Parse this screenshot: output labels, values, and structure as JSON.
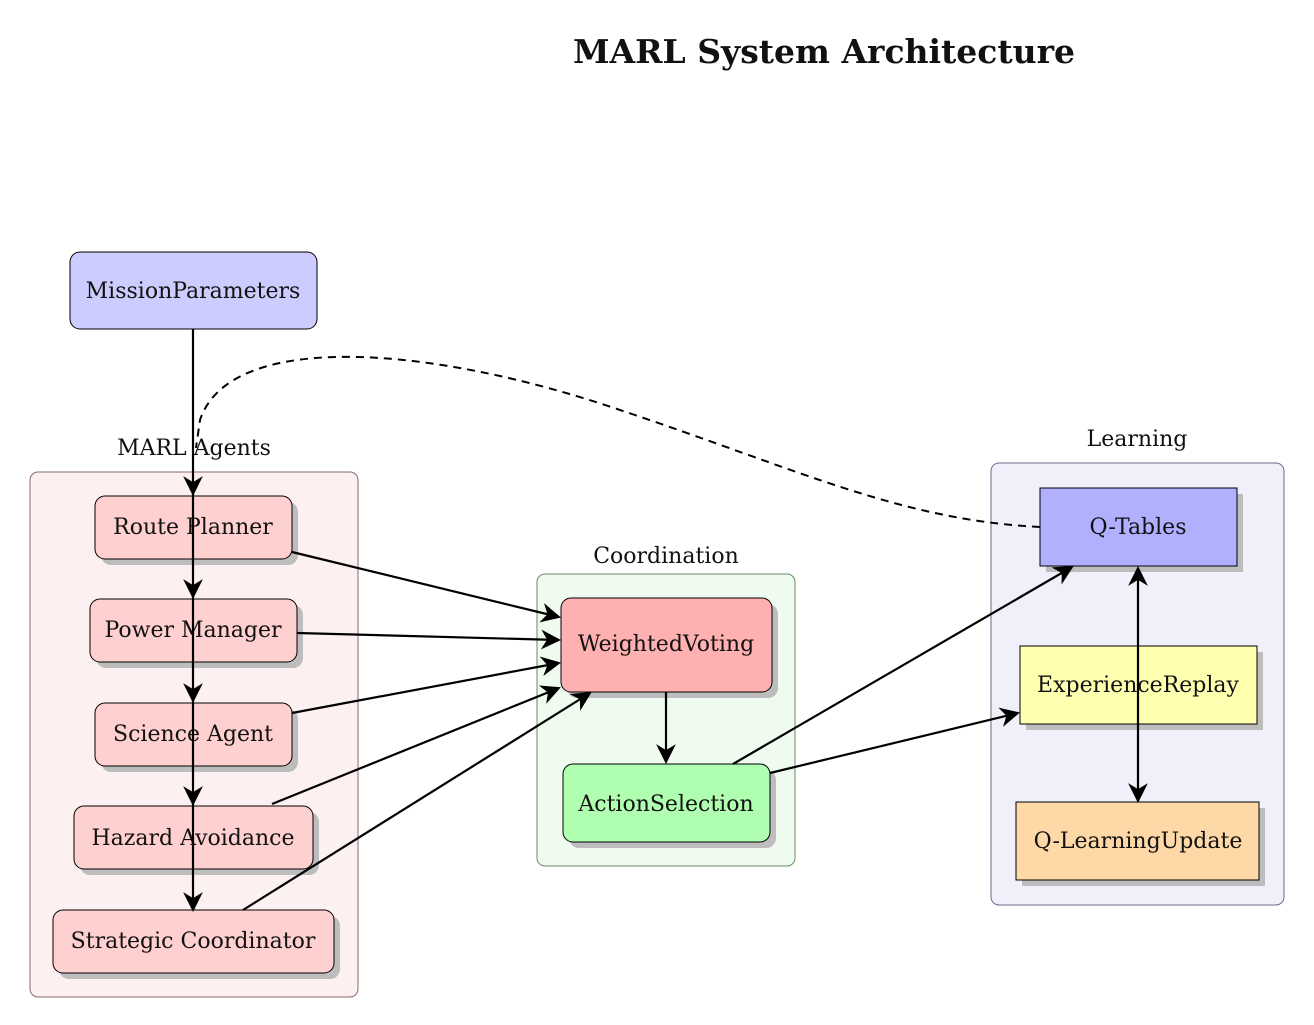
{
  "title": "MARL System Architecture",
  "groups": {
    "agents": {
      "label": "MARL Agents",
      "fill": "#fdf0f0"
    },
    "coordination": {
      "label": "Coordination",
      "fill": "#f0fbf0"
    },
    "learning": {
      "label": "Learning",
      "fill": "#f0f0fb"
    }
  },
  "nodes": {
    "mission": {
      "label": "MissionParameters",
      "fill": "#ccccff"
    },
    "route": {
      "label": "Route Planner",
      "fill": "#ffd0d0"
    },
    "power": {
      "label": "Power Manager",
      "fill": "#ffd0d0"
    },
    "science": {
      "label": "Science Agent",
      "fill": "#ffd0d0"
    },
    "hazard": {
      "label": "Hazard Avoidance",
      "fill": "#ffd0d0"
    },
    "strategic": {
      "label": "Strategic Coordinator",
      "fill": "#ffd0d0"
    },
    "voting": {
      "label": "WeightedVoting",
      "fill": "#ffb0b0"
    },
    "action": {
      "label": "ActionSelection",
      "fill": "#b0ffb0"
    },
    "qtables": {
      "label": "Q-Tables",
      "fill": "#b0b0ff"
    },
    "replay": {
      "label": "ExperienceReplay",
      "fill": "#ffffb0"
    },
    "qlearn": {
      "label": "Q-LearningUpdate",
      "fill": "#ffd8a8"
    }
  }
}
